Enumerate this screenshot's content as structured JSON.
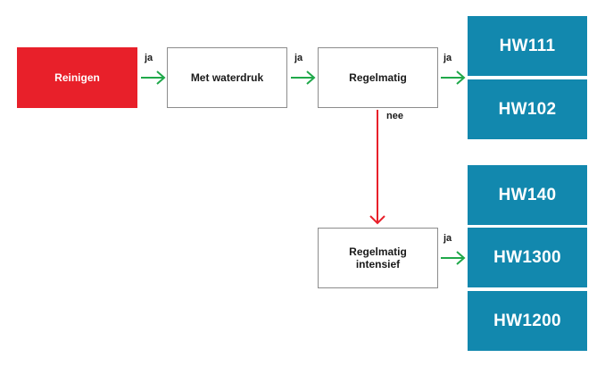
{
  "nodes": {
    "reinigen": "Reinigen",
    "waterdruk": "Met waterdruk",
    "regelmatig": "Regelmatig",
    "intensief_line1": "Regelmatig",
    "intensief_line2": "intensief"
  },
  "products": {
    "group1": [
      "HW111",
      "HW102"
    ],
    "group2": [
      "HW140",
      "HW1300",
      "HW1200"
    ]
  },
  "edge_labels": {
    "yes": "ja",
    "no": "nee"
  },
  "colors": {
    "start": "#e8202a",
    "product": "#1288ae",
    "yes_arrow": "#1fa84a",
    "no_arrow": "#e8202a"
  }
}
